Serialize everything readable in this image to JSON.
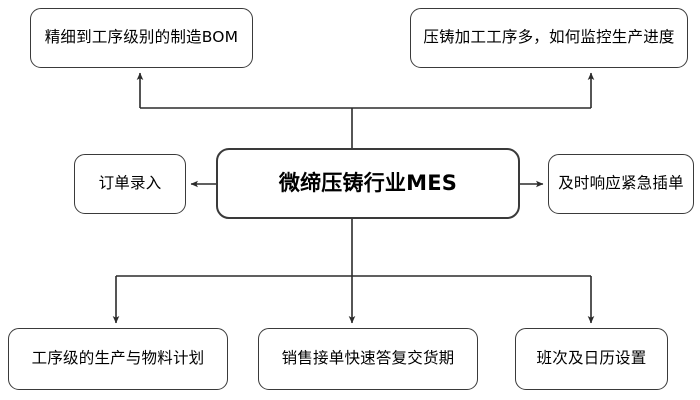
{
  "diagram": {
    "type": "hub-and-spoke-flowchart",
    "central_node": {
      "id": "central",
      "label": "微缔压铸行业MES"
    },
    "nodes": [
      {
        "id": "bom",
        "label": "精细到工序级别的制造BOM",
        "position": "top-left"
      },
      {
        "id": "progress",
        "label": "压铸加工工序多，如何监控生产进度",
        "position": "top-right"
      },
      {
        "id": "order",
        "label": "订单录入",
        "position": "left"
      },
      {
        "id": "urgent",
        "label": "及时响应紧急插单",
        "position": "right"
      },
      {
        "id": "plan",
        "label": "工序级的生产与物料计划",
        "position": "bottom-left"
      },
      {
        "id": "delivery",
        "label": "销售接单快速答复交货期",
        "position": "bottom-center"
      },
      {
        "id": "shift",
        "label": "班次及日历设置",
        "position": "bottom-right"
      }
    ],
    "edges": [
      {
        "from": "central",
        "to": "bom",
        "arrow": "up"
      },
      {
        "from": "central",
        "to": "progress",
        "arrow": "up"
      },
      {
        "from": "central",
        "to": "order",
        "arrow": "left"
      },
      {
        "from": "central",
        "to": "urgent",
        "arrow": "right"
      },
      {
        "from": "central",
        "to": "plan",
        "arrow": "down"
      },
      {
        "from": "central",
        "to": "delivery",
        "arrow": "down"
      },
      {
        "from": "central",
        "to": "shift",
        "arrow": "down"
      }
    ],
    "colors": {
      "background": "#ffffff",
      "node_fill": "#ffffff",
      "node_border": "#3a3a3a",
      "connector": "#2b2b2b",
      "text": "#000000"
    }
  }
}
